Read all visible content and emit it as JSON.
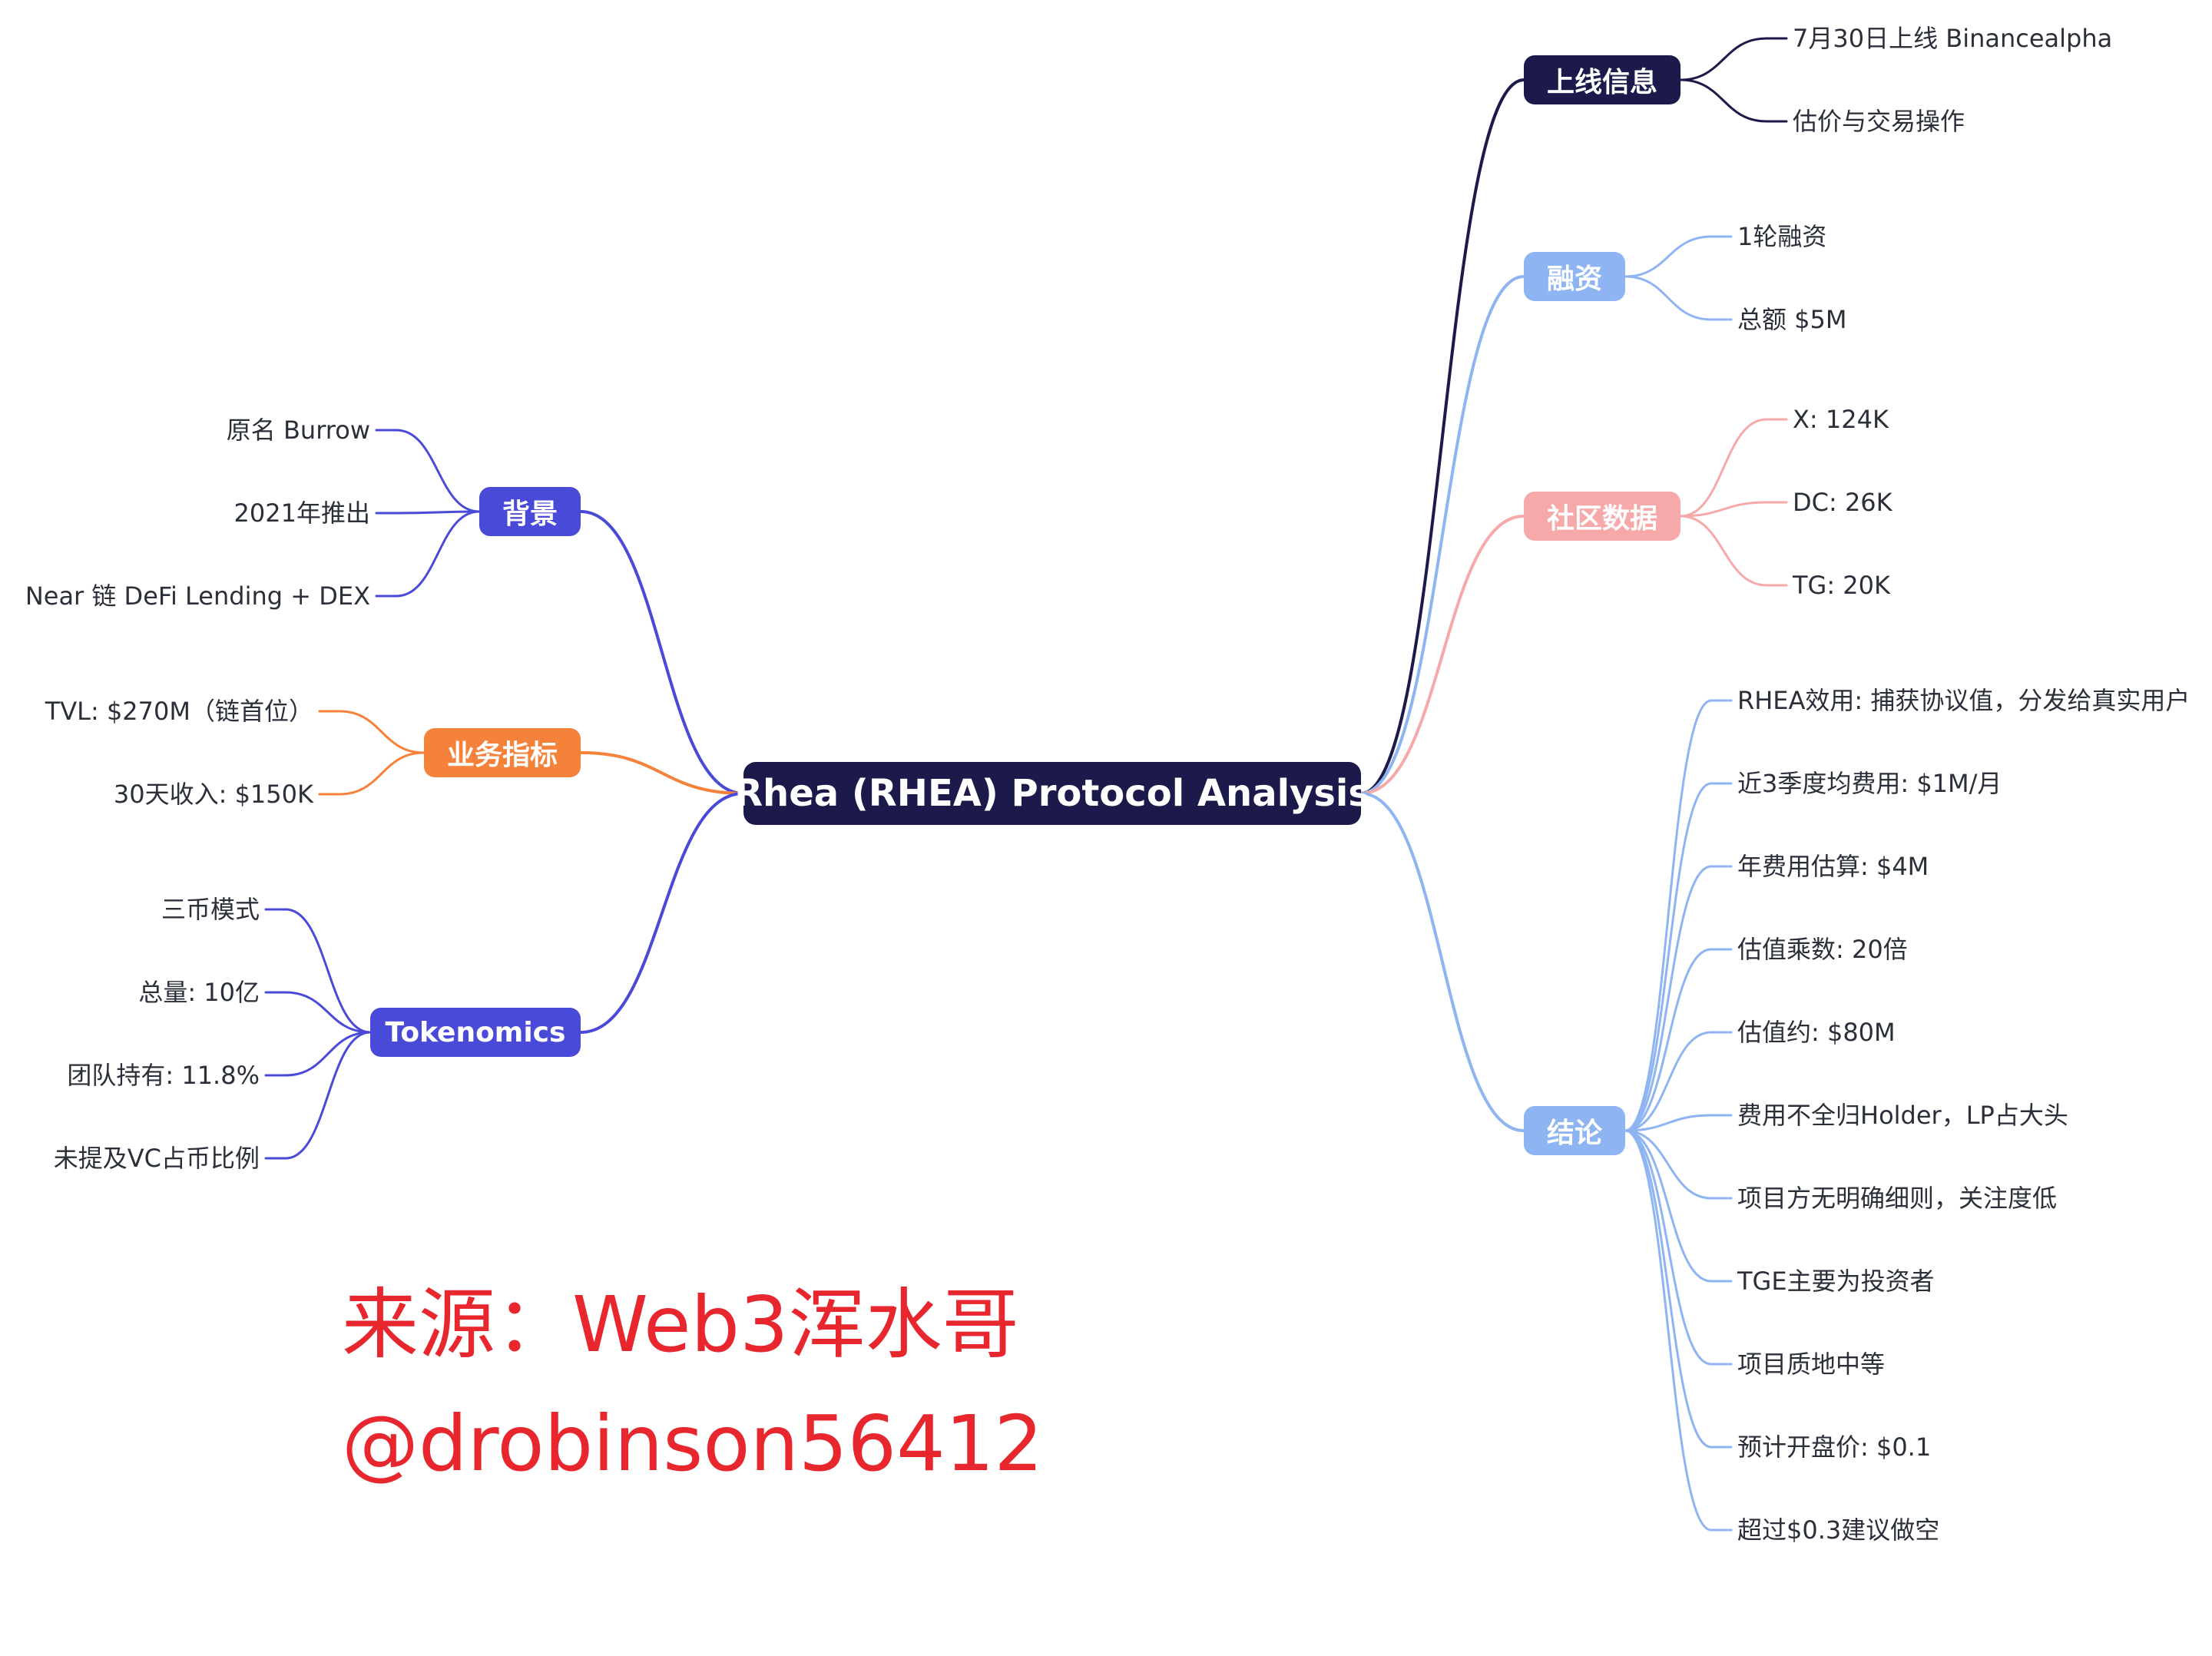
{
  "mindmap": {
    "root": {
      "label": "Rhea (RHEA) Protocol Analysis",
      "color": "#1b1a4a"
    },
    "branches": [
      {
        "label": "背景",
        "color": "#4a4ad8",
        "items": [
          "原名 Burrow",
          "2021年推出",
          "Near 链 DeFi Lending + DEX"
        ]
      },
      {
        "label": "业务指标",
        "color": "#f5823a",
        "items": [
          "TVL: $270M（链首位）",
          "30天收入: $150K"
        ]
      },
      {
        "label": "Tokenomics",
        "color": "#4a4ad8",
        "items": [
          "三币模式",
          "总量: 10亿",
          "团队持有: 11.8%",
          "未提及VC占币比例"
        ]
      },
      {
        "label": "上线信息",
        "color": "#1b1a4a",
        "items": [
          "7月30日上线 Binancealpha",
          "估价与交易操作"
        ]
      },
      {
        "label": "融资",
        "color": "#8fb4f2",
        "items": [
          "1轮融资",
          "总额 $5M"
        ]
      },
      {
        "label": "社区数据",
        "color": "#f7a9a9",
        "items": [
          "X: 124K",
          "DC: 26K",
          "TG: 20K"
        ]
      },
      {
        "label": "结论",
        "color": "#8fb4f2",
        "items": [
          "RHEA效用: 捕获协议值，分发给真实用户",
          "近3季度均费用: $1M/月",
          "年费用估算: $4M",
          "估值乘数: 20倍",
          "估值约: $80M",
          "费用不全归Holder，LP占大头",
          "项目方无明确细则，关注度低",
          "TGE主要为投资者",
          "项目质地中等",
          "预计开盘价: $0.1",
          "超过$0.3建议做空"
        ]
      }
    ]
  },
  "watermark": {
    "line1": "来源：Web3浑水哥",
    "line2": "@drobinson56412",
    "color": "#e8262d"
  }
}
